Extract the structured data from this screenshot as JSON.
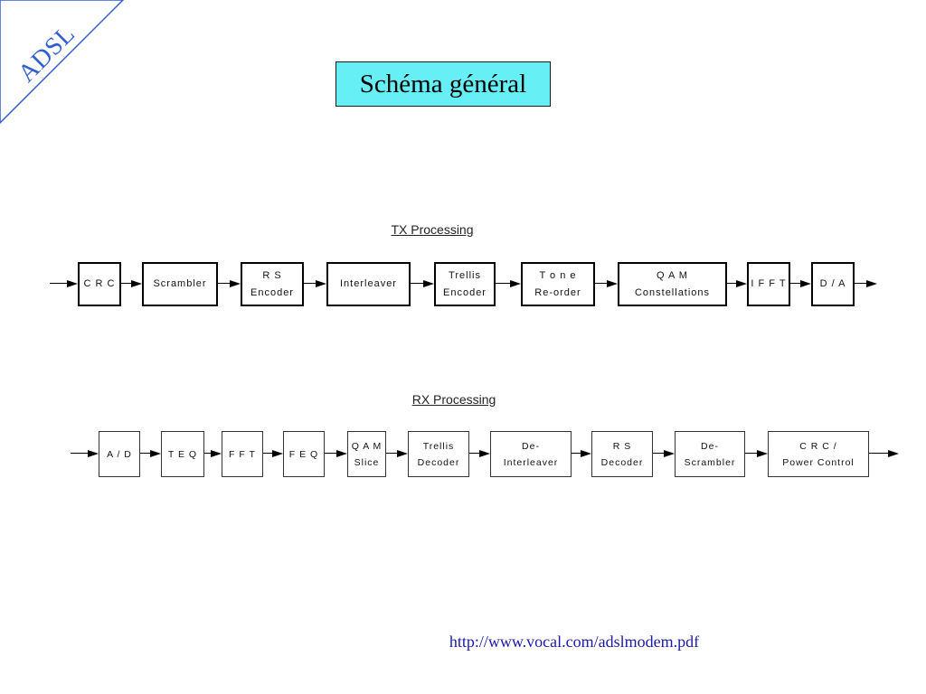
{
  "corner_label": "ADSL",
  "title": "Schéma général",
  "colors": {
    "title_bg": "#66f0f5",
    "corner": "#2f5fd1",
    "link": "#1a1aa8"
  },
  "tx": {
    "title": "TX Processing",
    "blocks": [
      {
        "lines": [
          "C R C"
        ]
      },
      {
        "lines": [
          "Scrambler"
        ]
      },
      {
        "lines": [
          "R S",
          "Encoder"
        ]
      },
      {
        "lines": [
          "Interleaver"
        ]
      },
      {
        "lines": [
          "Trellis",
          "Encoder"
        ]
      },
      {
        "lines": [
          "T o n e",
          "Re-order"
        ]
      },
      {
        "lines": [
          "Q A M",
          "Constellations"
        ]
      },
      {
        "lines": [
          "I F F T"
        ]
      },
      {
        "lines": [
          "D / A"
        ]
      }
    ]
  },
  "rx": {
    "title": "RX Processing",
    "blocks": [
      {
        "lines": [
          "A / D"
        ]
      },
      {
        "lines": [
          "T E Q"
        ]
      },
      {
        "lines": [
          "F F T"
        ]
      },
      {
        "lines": [
          "F E Q"
        ]
      },
      {
        "lines": [
          "Q A M",
          "Slice"
        ]
      },
      {
        "lines": [
          "Trellis",
          "Decoder"
        ]
      },
      {
        "lines": [
          "De-",
          "Interleaver"
        ]
      },
      {
        "lines": [
          "R S",
          "Decoder"
        ]
      },
      {
        "lines": [
          "De-",
          "Scrambler"
        ]
      },
      {
        "lines": [
          "C R C /",
          "Power Control"
        ]
      }
    ]
  },
  "source_url": "http://www.vocal.com/adslmodem.pdf"
}
